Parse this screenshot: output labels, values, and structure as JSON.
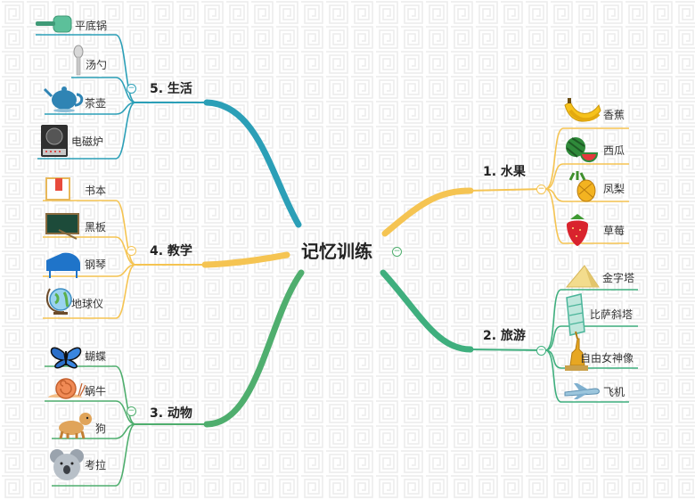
{
  "center": {
    "title": "记忆训练"
  },
  "colors": {
    "fruit": "#f5c452",
    "travel": "#3faf7e",
    "animals": "#4fae6e",
    "teaching": "#f5c452",
    "life": "#2b9fb7",
    "background_pattern": "#ececec"
  },
  "branches": {
    "fruit": {
      "label": "1. 水果",
      "items": [
        "香蕉",
        "西瓜",
        "凤梨",
        "草莓"
      ],
      "icons": [
        "banana-icon",
        "watermelon-icon",
        "pineapple-icon",
        "strawberry-icon"
      ]
    },
    "travel": {
      "label": "2. 旅游",
      "items": [
        "金字塔",
        "比萨斜塔",
        "自由女神像",
        "飞机"
      ],
      "icons": [
        "pyramid-icon",
        "leaning-tower-icon",
        "statue-of-liberty-icon",
        "airplane-icon"
      ]
    },
    "animals": {
      "label": "3. 动物",
      "items": [
        "蝴蝶",
        "蜗牛",
        "狗",
        "考拉"
      ],
      "icons": [
        "butterfly-icon",
        "snail-icon",
        "dog-icon",
        "koala-icon"
      ]
    },
    "teaching": {
      "label": "4. 教学",
      "items": [
        "书本",
        "黑板",
        "钢琴",
        "地球仪"
      ],
      "icons": [
        "book-icon",
        "blackboard-icon",
        "piano-icon",
        "globe-icon"
      ]
    },
    "life": {
      "label": "5. 生活",
      "items": [
        "平底锅",
        "汤勺",
        "茶壶",
        "电磁炉"
      ],
      "icons": [
        "frying-pan-icon",
        "soup-spoon-icon",
        "teapot-icon",
        "induction-cooker-icon"
      ]
    }
  }
}
